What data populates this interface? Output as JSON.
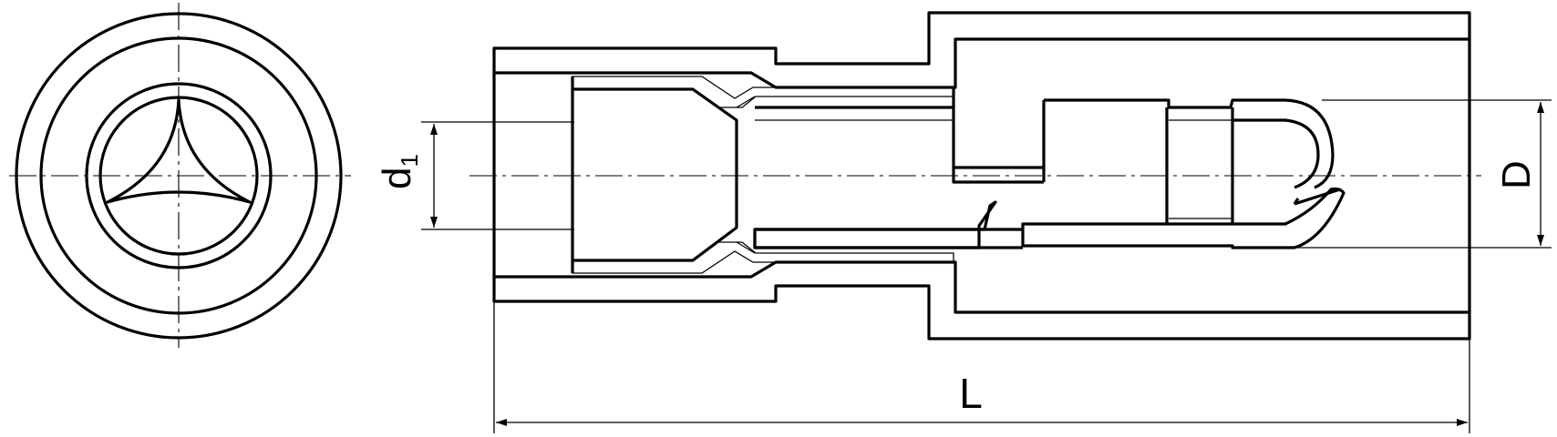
{
  "drawing": {
    "labels": {
      "d1_main": "d",
      "d1_sub": "1",
      "D": "D",
      "L": "L"
    }
  }
}
